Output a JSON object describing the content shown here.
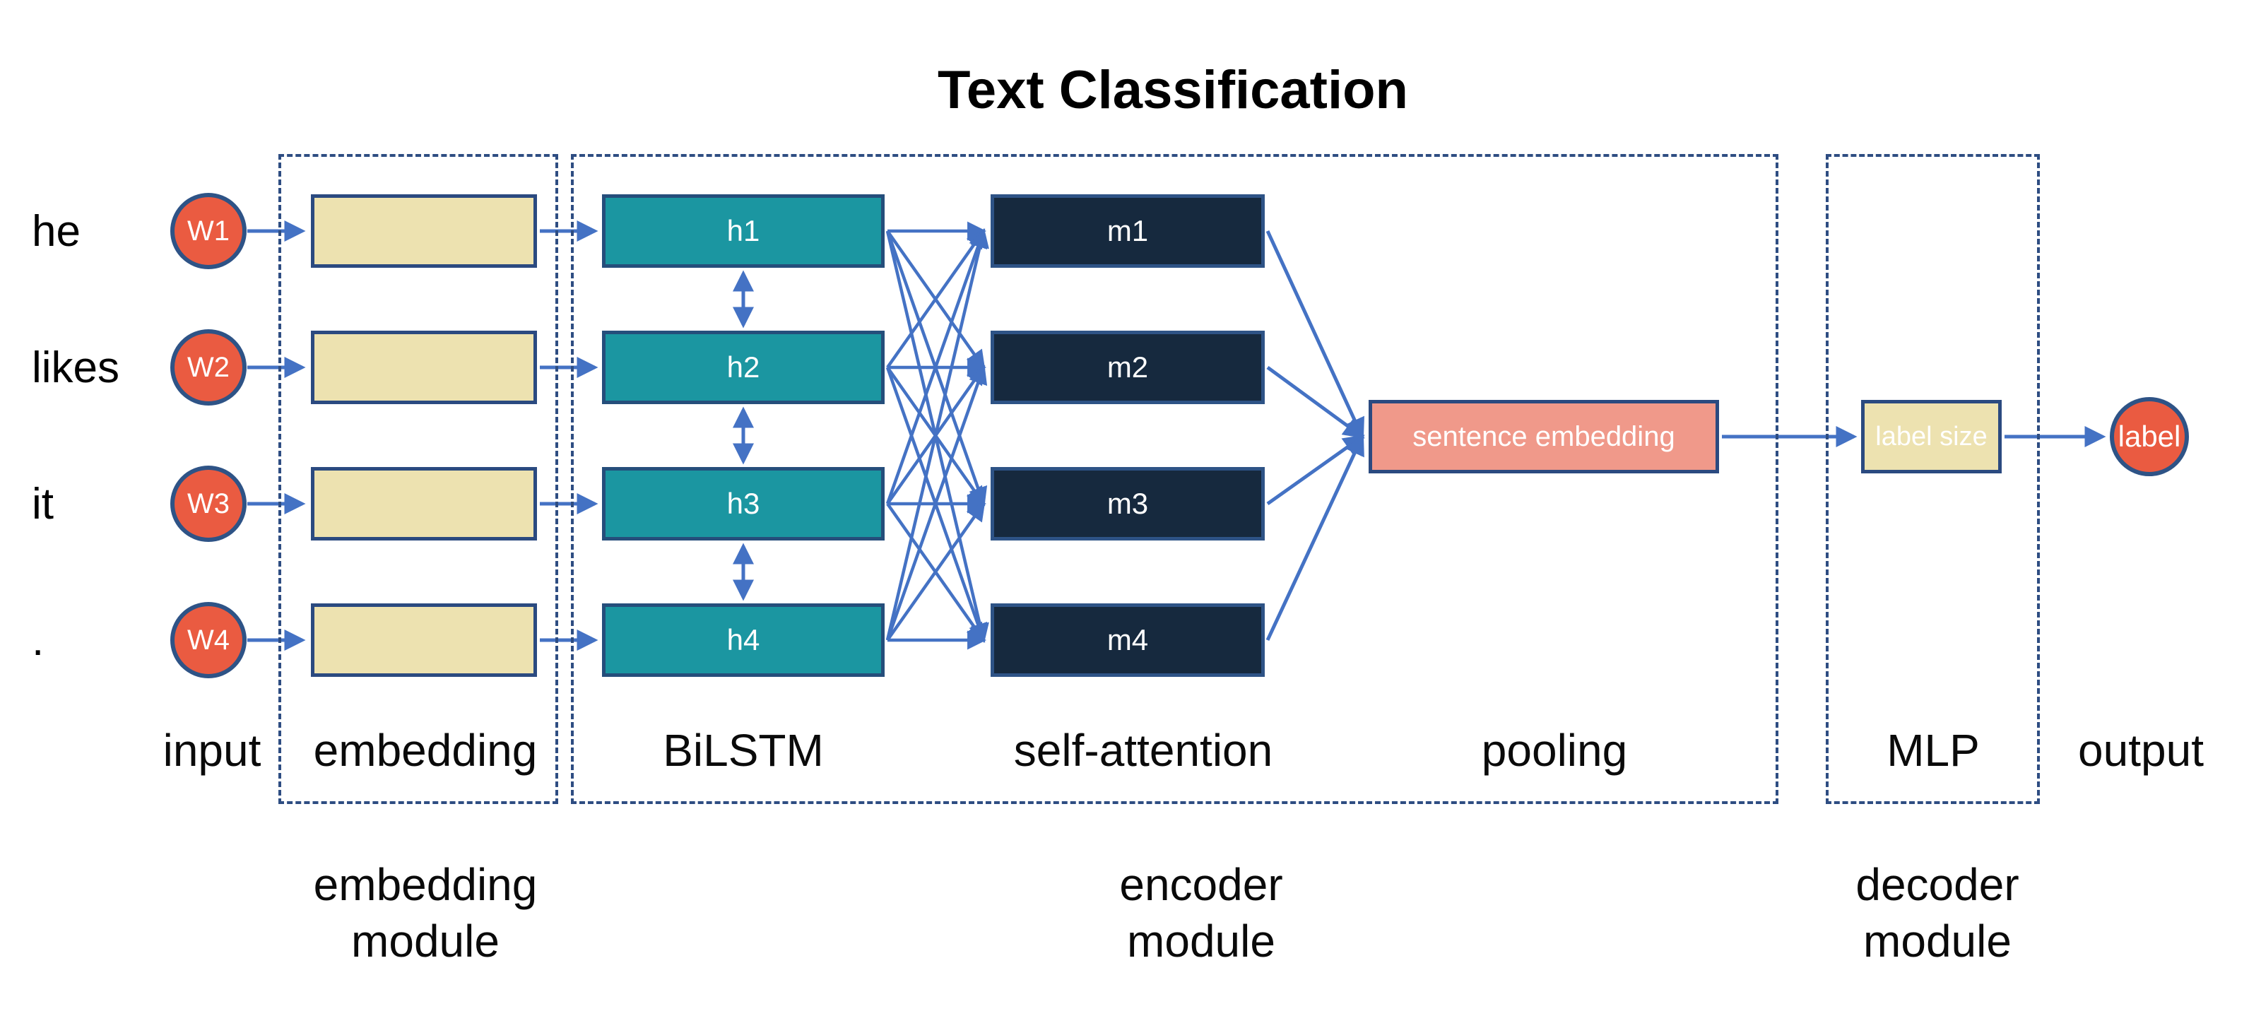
{
  "title": "Text Classification",
  "inputs": {
    "words": [
      "he",
      "likes",
      "it",
      "."
    ],
    "nodes": [
      "W1",
      "W2",
      "W3",
      "W4"
    ]
  },
  "bilstm": {
    "nodes": [
      "h1",
      "h2",
      "h3",
      "h4"
    ]
  },
  "attention": {
    "nodes": [
      "m1",
      "m2",
      "m3",
      "m4"
    ]
  },
  "pooling": {
    "box_label": "sentence embedding"
  },
  "mlp": {
    "box_label": "label size"
  },
  "output": {
    "node": "label"
  },
  "stage_labels": {
    "input": "input",
    "embedding": "embedding",
    "bilstm": "BiLSTM",
    "self_attention": "self-attention",
    "pooling": "pooling",
    "mlp": "MLP",
    "output": "output"
  },
  "module_labels": {
    "embedding": "embedding\nmodule",
    "encoder": "encoder\nmodule",
    "decoder": "decoder\nmodule"
  },
  "colors": {
    "arrow": "#4472C4",
    "dashed_border": "#2E4D82",
    "teal_fill": "#1B96A1",
    "navy_fill": "#16293E",
    "cream_fill": "#EDE2B0",
    "salmon_fill": "#F0998A",
    "red_orange_fill": "#EA5B41",
    "box_border": "#2B4A80"
  }
}
